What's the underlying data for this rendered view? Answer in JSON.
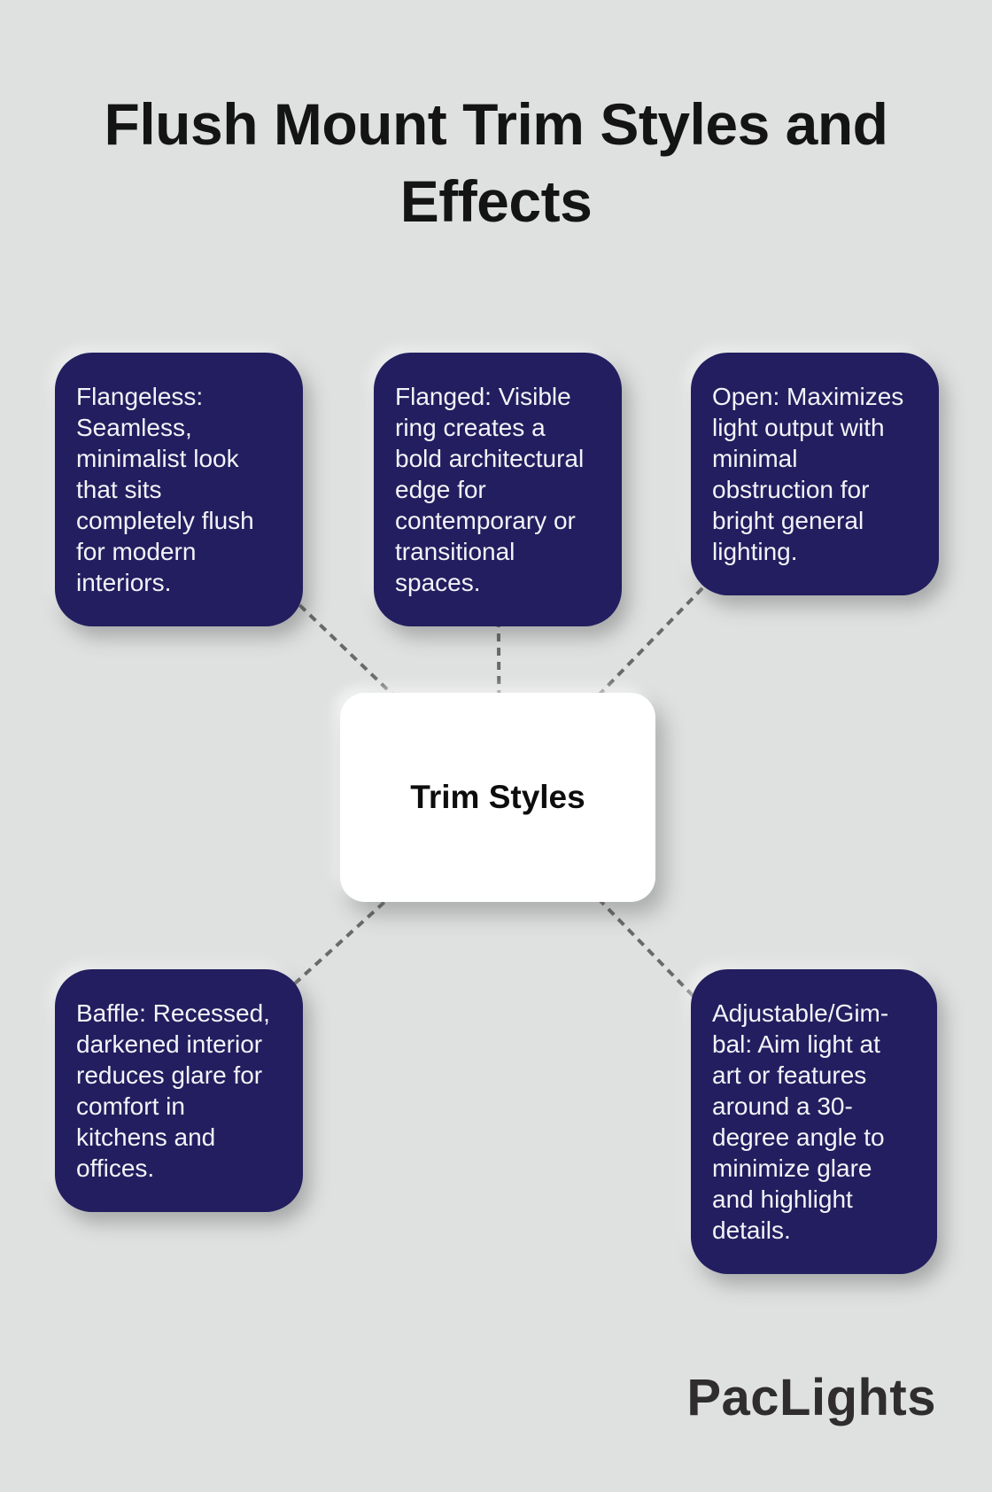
{
  "title": "Flush Mount Trim Styles and\nEffects",
  "center": {
    "label": "Trim Styles"
  },
  "nodes": [
    {
      "id": "flangeless",
      "text": "Flangeless:\nSeamless,\nminimalist look\nthat sits\ncompletely flush\nfor modern\ninteriors."
    },
    {
      "id": "flanged",
      "text": "Flanged: Visible\nring creates a\nbold architectural\nedge for\ncontemporary or\ntransitional\nspaces."
    },
    {
      "id": "open",
      "text": "Open: Maximizes\nlight output with\nminimal\nobstruction for\nbright general\nlighting."
    },
    {
      "id": "baffle",
      "text": "Baffle: Recessed,\ndarkened interior\nreduces glare for\ncomfort in\nkitchens and\noffices."
    },
    {
      "id": "adjustable-gimbal",
      "text": "Adjustable/Gim-\nbal: Aim light at\nart or features\naround a 30-\ndegree angle to\nminimize glare\nand highlight\ndetails."
    }
  ],
  "logo": {
    "text": "PacLights"
  },
  "colors": {
    "background": "#dfe1e0",
    "node_fill": "#221e5f",
    "node_text": "#f3f3f8",
    "center_fill": "#ffffff",
    "center_text": "#0d0d0d",
    "connector": "#696969",
    "title_color": "#141414",
    "logo_color": "#2f2d2e"
  }
}
